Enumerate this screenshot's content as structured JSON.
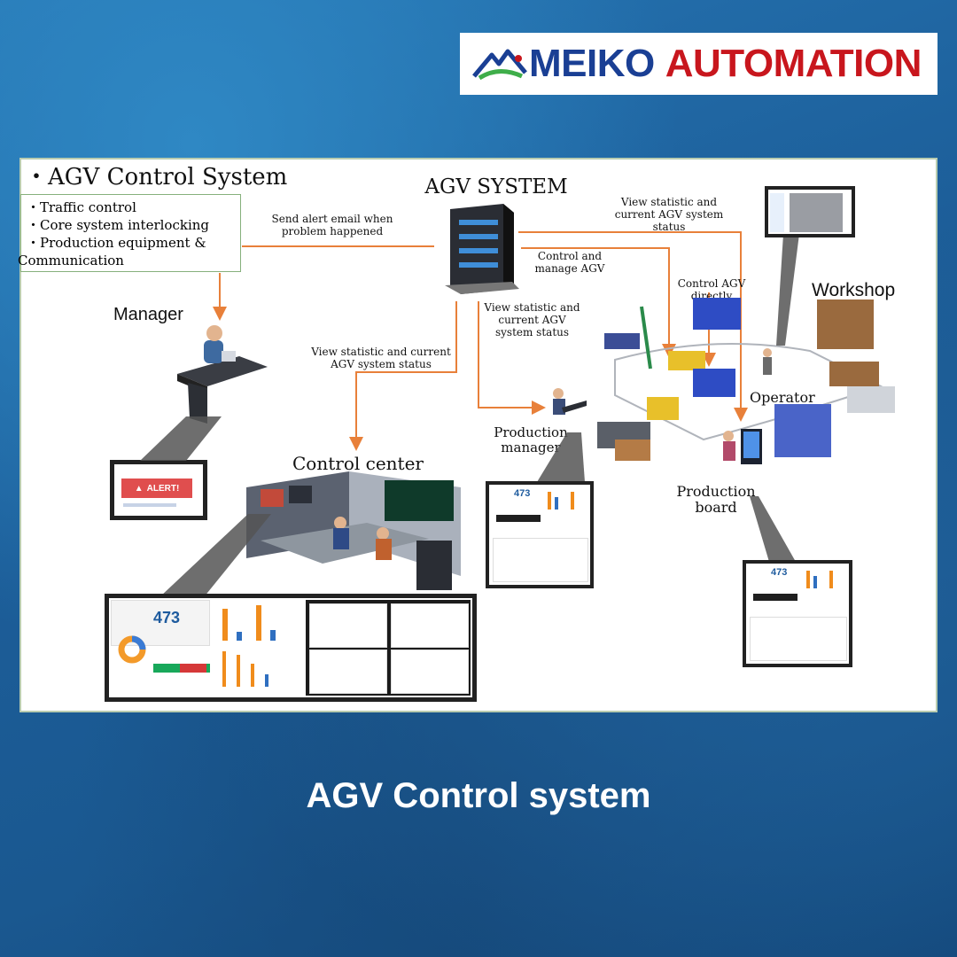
{
  "logo": {
    "word1": "MEIKO",
    "word2": "AUTOMATION"
  },
  "diagram": {
    "heading": "・AGV Control System",
    "features": [
      "・Traffic control",
      "・Core system interlocking",
      "・Production equipment &",
      "Communication"
    ],
    "system_title": "AGV SYSTEM",
    "labels": {
      "alert_email": "Send alert email when problem happened",
      "view_status_center": "View statistic and current AGV system status",
      "view_status_board": "View statistic and current AGV system status",
      "view_status_manager": "View statistic and current AGV system status",
      "control_manage": "Control and manage AGV",
      "control_direct": "Control AGV directly"
    },
    "nodes": {
      "manager": "Manager",
      "control_center": "Control center",
      "workshop": "Workshop",
      "operator": "Operator",
      "production_manager": "Production manager",
      "production_board": "Production board"
    },
    "alert_text": "ALERT!",
    "dashboard_value": "473"
  },
  "caption": "AGV Control system",
  "colors": {
    "arrow": "#e8803a",
    "logo_blue": "#1a3f94",
    "logo_red": "#c8161d",
    "box_border": "#86b07c"
  }
}
